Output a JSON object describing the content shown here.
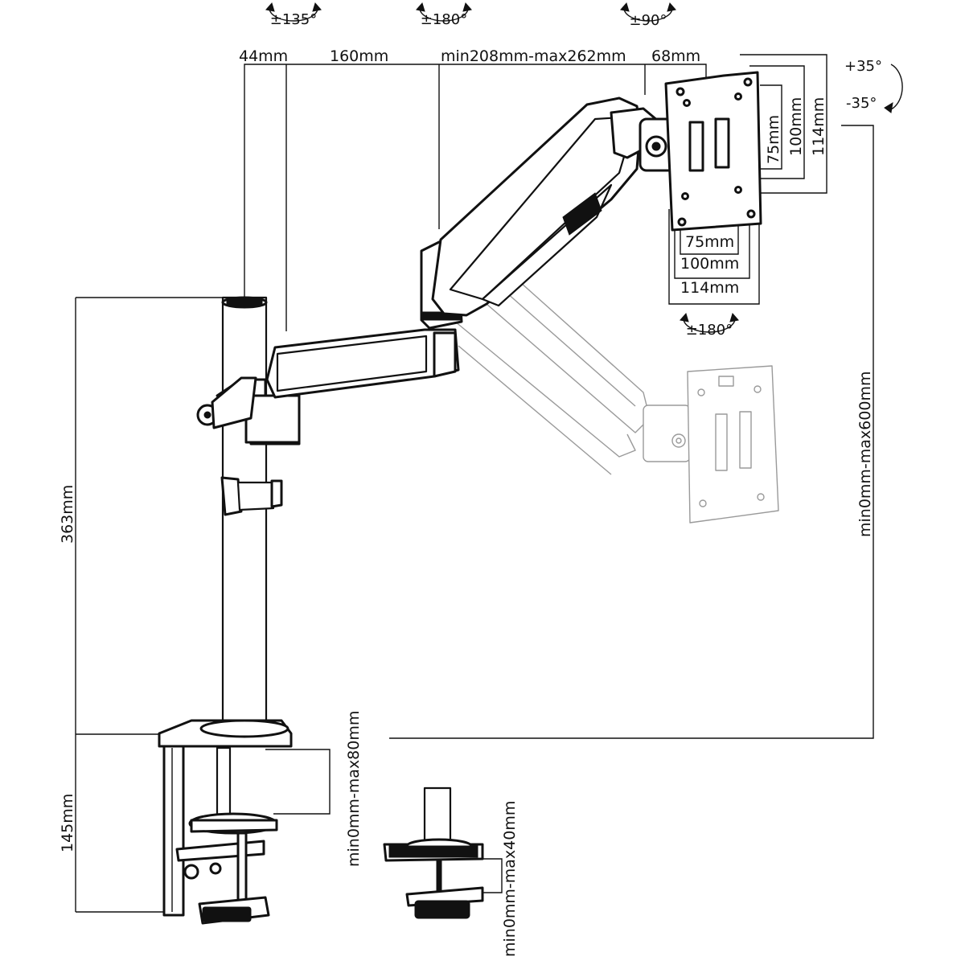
{
  "rotation_badges": {
    "top_left": "±135°",
    "top_middle": "±180°",
    "top_right": "±90°",
    "bottom_plate": "±180°"
  },
  "tilt": {
    "up": "+35°",
    "down": "-35°"
  },
  "top_dimensions": {
    "pole_offset": "44mm",
    "arm1": "160mm",
    "arm2": "min208mm-max262mm",
    "head": "68mm"
  },
  "vesa_vertical": [
    "75mm",
    "100mm",
    "114mm"
  ],
  "vesa_horizontal": [
    "75mm",
    "100mm",
    "114mm"
  ],
  "pole_height": "363mm",
  "clamp_height": "145mm",
  "height_range": "min0mm-max600mm",
  "desk_thickness_clamp": "min0mm-max80mm",
  "desk_thickness_grommet": "min0mm-max40mm"
}
